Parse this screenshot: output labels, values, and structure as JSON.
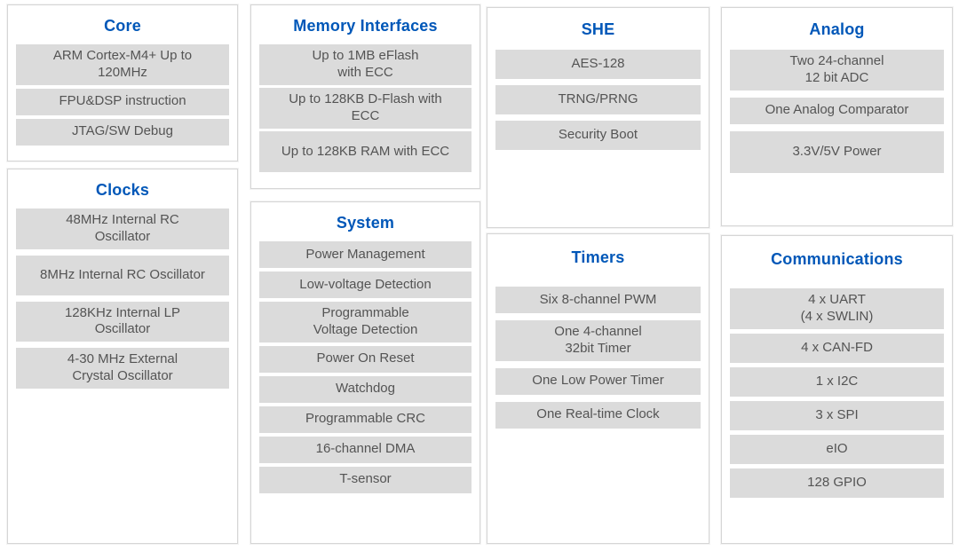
{
  "diagram": {
    "colors": {
      "title_blue": "#0057b8",
      "item_background": "#dbdbdb",
      "item_text": "#545454",
      "panel_border": "#d6d6d6",
      "page_background": "#ffffff"
    },
    "panels": [
      {
        "key": "core",
        "title": "Core",
        "items": [
          "ARM Cortex-M4+ Up to\n120MHz",
          "FPU&DSP instruction",
          "JTAG/SW Debug"
        ]
      },
      {
        "key": "clocks",
        "title": "Clocks",
        "items": [
          "48MHz Internal RC\nOscillator",
          "8MHz Internal RC Oscillator",
          "128KHz Internal LP\nOscillator",
          "4-30 MHz External\nCrystal Oscillator"
        ]
      },
      {
        "key": "memory",
        "title": "Memory Interfaces",
        "items": [
          "Up to 1MB eFlash\nwith ECC",
          "Up to 128KB D-Flash with\nECC",
          "Up to 128KB RAM with ECC"
        ]
      },
      {
        "key": "system",
        "title": "System",
        "items": [
          "Power Management",
          "Low-voltage Detection",
          "Programmable\nVoltage Detection",
          "Power On Reset",
          "Watchdog",
          "Programmable CRC",
          "16-channel DMA",
          "T-sensor"
        ]
      },
      {
        "key": "she",
        "title": "SHE",
        "items": [
          "AES-128",
          "TRNG/PRNG",
          "Security Boot"
        ]
      },
      {
        "key": "timers",
        "title": "Timers",
        "items": [
          "Six 8-channel PWM",
          "One 4-channel\n32bit Timer",
          "One Low Power Timer",
          "One Real-time Clock"
        ]
      },
      {
        "key": "analog",
        "title": "Analog",
        "items": [
          "Two 24-channel\n12 bit ADC",
          "One Analog Comparator",
          "3.3V/5V Power"
        ]
      },
      {
        "key": "comms",
        "title": "Communications",
        "items": [
          "4 x UART\n(4 x SWLIN)",
          "4 x CAN-FD",
          "1 x I2C",
          "3 x SPI",
          "eIO",
          "128 GPIO"
        ]
      }
    ]
  }
}
